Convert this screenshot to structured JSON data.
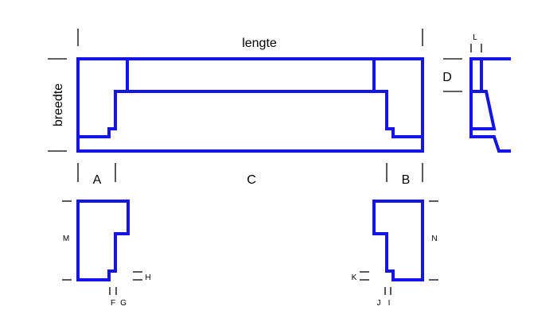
{
  "labels": {
    "lengte": "lengte",
    "breedte": "breedte",
    "a": "A",
    "b": "B",
    "c": "C",
    "d": "D",
    "l": "L",
    "m": "M",
    "n": "N",
    "f": "F",
    "g": "G",
    "h": "H",
    "i": "I",
    "j": "J",
    "k": "K"
  },
  "colors": {
    "outline": "#1414e6",
    "dimension": "#000000"
  }
}
